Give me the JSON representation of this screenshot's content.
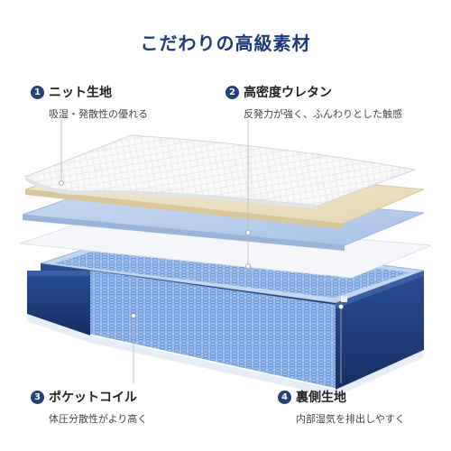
{
  "title": "こだわりの高級素材",
  "features": [
    {
      "num": "1",
      "label": "ニット生地",
      "desc": "吸湿・発散性の優れる"
    },
    {
      "num": "2",
      "label": "高密度ウレタン",
      "desc": "反発力が強く、ふんわりとした触感"
    },
    {
      "num": "3",
      "label": "ポケットコイル",
      "desc": "体圧分散性がより高く"
    },
    {
      "num": "4",
      "label": "裏側生地",
      "desc": "内部湿気を排出しやすく"
    }
  ],
  "colors": {
    "accent": "#24407c",
    "title": "#1f3b7a",
    "knit": "#f7f7f7",
    "foam": "#efe3c6",
    "blue_layer": "#b9cde8",
    "base_navy": "#1d3d7a",
    "coil": "#8fb3e6"
  }
}
